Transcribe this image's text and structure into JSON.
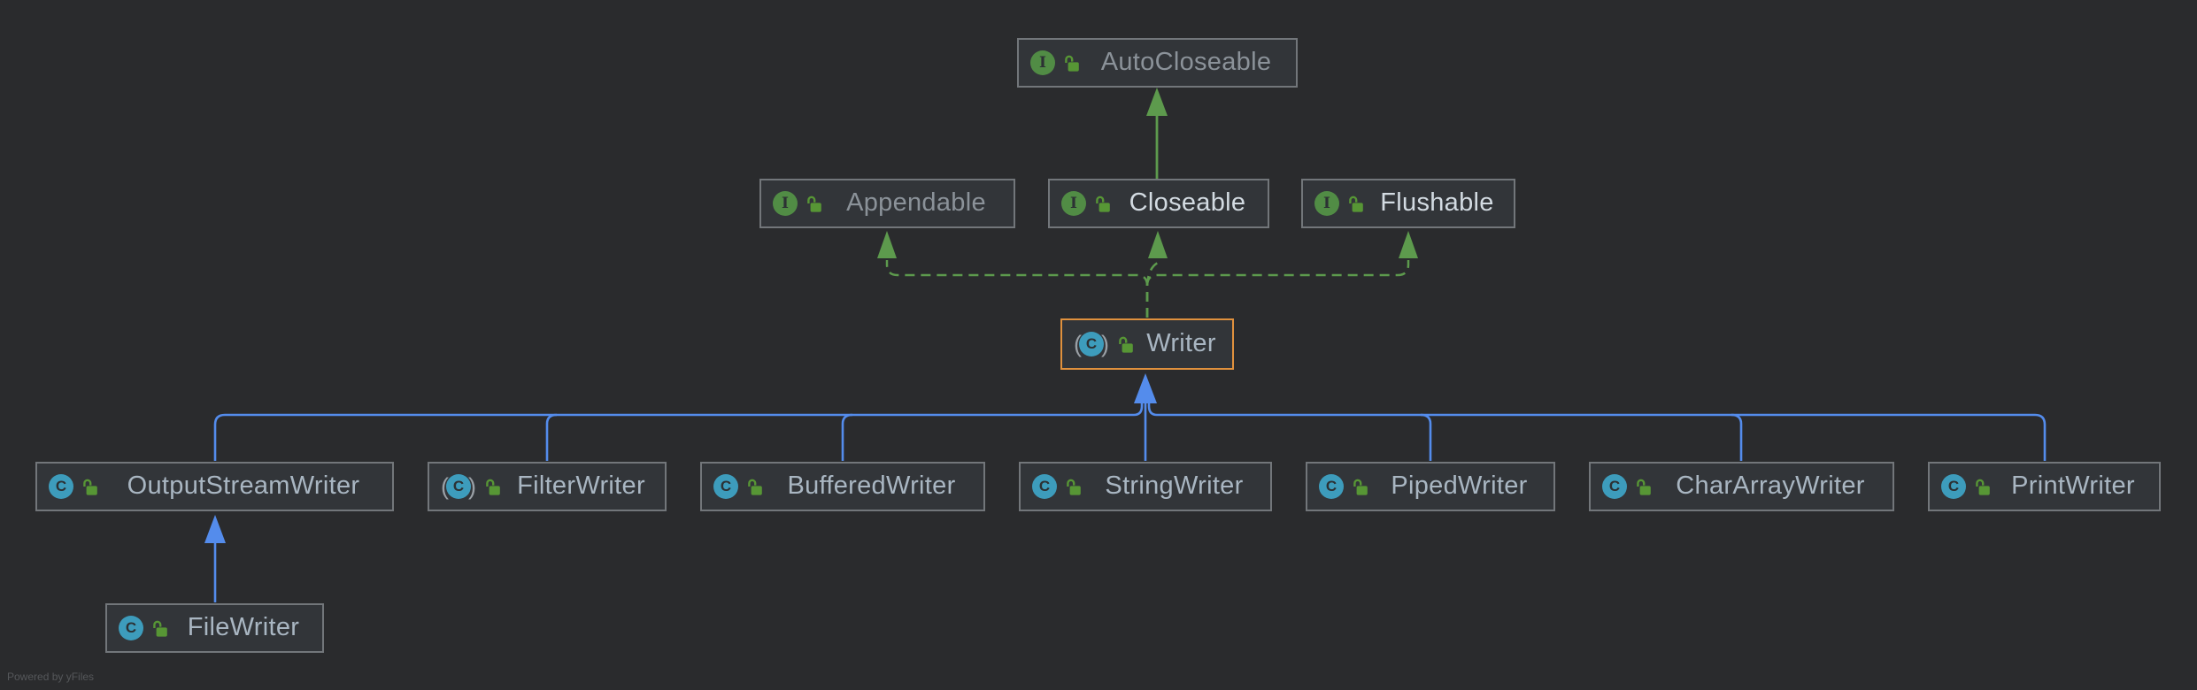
{
  "diagram": {
    "title": "Writer class hierarchy UML diagram",
    "watermark": "Powered by yFiles"
  },
  "colors": {
    "canvas_bg": "#2a2b2d",
    "node_bg": "#323539",
    "node_border": "#72767a",
    "selected_border": "#e0913d",
    "label_normal": "#a9b6c2",
    "label_bright": "#d3dbe2",
    "label_dim": "#8b9299",
    "edge_blue": "#548cec",
    "edge_green": "#5d9a4d",
    "icon_interface_bg": "#518c45",
    "icon_class_bg": "#3d9cbc",
    "icon_glyph": "#2c3134",
    "icon_paren": "#9aa0a6",
    "lock_green": "#579635",
    "watermark": "#55575a"
  },
  "icons": {
    "interface_glyph": "I",
    "class_glyph": "C",
    "paren_open": "(",
    "paren_close": ")"
  },
  "nodes": {
    "autocloseable": {
      "label": "AutoCloseable",
      "kind": "interface",
      "emphasis": "dim"
    },
    "appendable": {
      "label": "Appendable",
      "kind": "interface",
      "emphasis": "dim"
    },
    "closeable": {
      "label": "Closeable",
      "kind": "interface",
      "emphasis": "bright"
    },
    "flushable": {
      "label": "Flushable",
      "kind": "interface",
      "emphasis": "bright"
    },
    "writer": {
      "label": "Writer",
      "kind": "abstract-class",
      "emphasis": "normal",
      "selected": true
    },
    "outputstreamwriter": {
      "label": "OutputStreamWriter",
      "kind": "class",
      "emphasis": "normal"
    },
    "filterwriter": {
      "label": "FilterWriter",
      "kind": "abstract-class",
      "emphasis": "normal"
    },
    "bufferedwriter": {
      "label": "BufferedWriter",
      "kind": "class",
      "emphasis": "normal"
    },
    "stringwriter": {
      "label": "StringWriter",
      "kind": "class",
      "emphasis": "normal"
    },
    "pipedwriter": {
      "label": "PipedWriter",
      "kind": "class",
      "emphasis": "normal"
    },
    "chararraywriter": {
      "label": "CharArrayWriter",
      "kind": "class",
      "emphasis": "normal"
    },
    "printwriter": {
      "label": "PrintWriter",
      "kind": "class",
      "emphasis": "normal"
    },
    "filewriter": {
      "label": "FileWriter",
      "kind": "class",
      "emphasis": "normal"
    }
  },
  "edges": [
    {
      "from": "Closeable",
      "to": "AutoCloseable",
      "type": "extends",
      "style": "solid-green"
    },
    {
      "from": "Writer",
      "to": "Appendable",
      "type": "implements",
      "style": "dashed-green"
    },
    {
      "from": "Writer",
      "to": "Closeable",
      "type": "implements",
      "style": "dashed-green"
    },
    {
      "from": "Writer",
      "to": "Flushable",
      "type": "implements",
      "style": "dashed-green"
    },
    {
      "from": "OutputStreamWriter",
      "to": "Writer",
      "type": "extends",
      "style": "solid-blue"
    },
    {
      "from": "FilterWriter",
      "to": "Writer",
      "type": "extends",
      "style": "solid-blue"
    },
    {
      "from": "BufferedWriter",
      "to": "Writer",
      "type": "extends",
      "style": "solid-blue"
    },
    {
      "from": "StringWriter",
      "to": "Writer",
      "type": "extends",
      "style": "solid-blue"
    },
    {
      "from": "PipedWriter",
      "to": "Writer",
      "type": "extends",
      "style": "solid-blue"
    },
    {
      "from": "CharArrayWriter",
      "to": "Writer",
      "type": "extends",
      "style": "solid-blue"
    },
    {
      "from": "PrintWriter",
      "to": "Writer",
      "type": "extends",
      "style": "solid-blue"
    },
    {
      "from": "FileWriter",
      "to": "OutputStreamWriter",
      "type": "extends",
      "style": "solid-blue"
    }
  ]
}
